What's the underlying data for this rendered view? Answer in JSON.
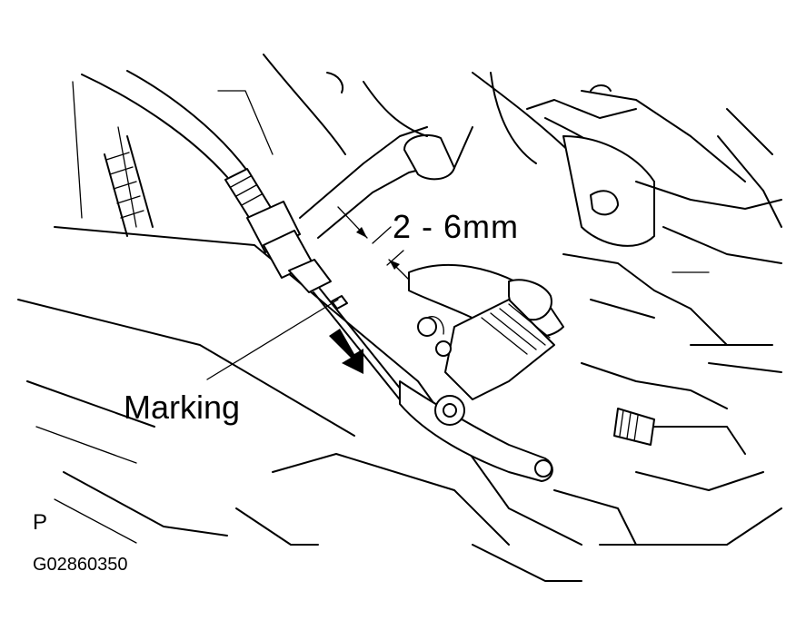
{
  "labels": {
    "dimension": "2 - 6mm",
    "marking": "Marking",
    "view": "P",
    "figure_id": "G02860350"
  }
}
